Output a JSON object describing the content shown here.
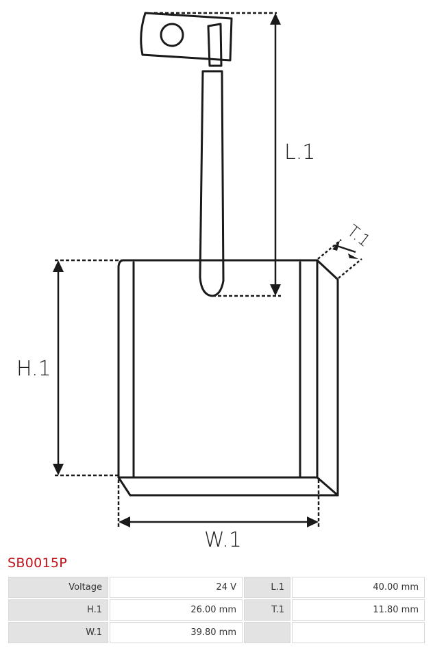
{
  "diagram": {
    "labels": {
      "length": "L.1",
      "height": "H.1",
      "width": "W.1",
      "thickness": "T.1"
    }
  },
  "product": {
    "code": "SB0015P"
  },
  "specs": {
    "rows": [
      {
        "label1": "Voltage",
        "value1": "24 V",
        "label2": "L.1",
        "value2": "40.00 mm"
      },
      {
        "label1": "H.1",
        "value1": "26.00 mm",
        "label2": "T.1",
        "value2": "11.80 mm"
      },
      {
        "label1": "W.1",
        "value1": "39.80 mm",
        "label2": "",
        "value2": ""
      }
    ]
  }
}
